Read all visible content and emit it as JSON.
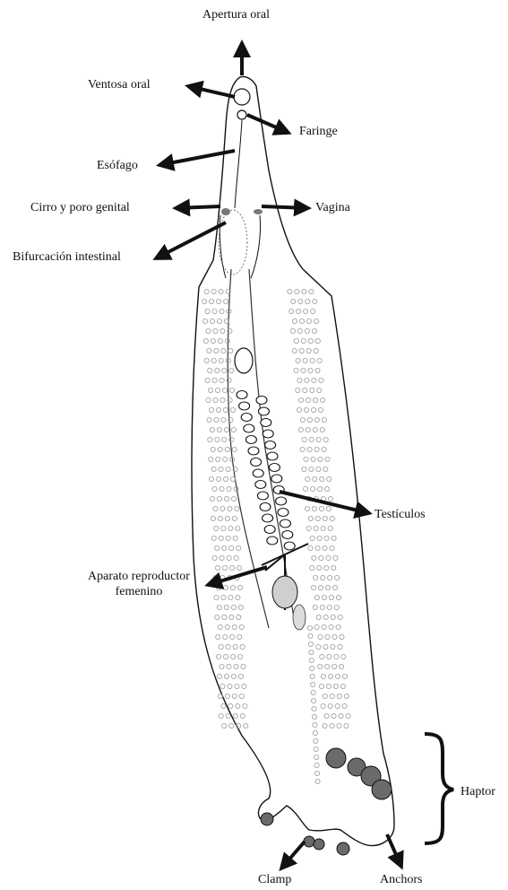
{
  "labels": {
    "apertura_oral": "Apertura oral",
    "ventosa_oral": "Ventosa oral",
    "faringe": "Faringe",
    "esofago": "Esófago",
    "cirro": "Cirro y poro genital",
    "vagina": "Vagina",
    "bifurcacion": "Bifurcación intestinal",
    "testiculos": "Testículos",
    "aparato_line1": "Aparato reproductor",
    "aparato_line2": "femenino",
    "haptor": "Haptor",
    "clamp": "Clamp",
    "anchors": "Anchors"
  },
  "colors": {
    "ink": "#111111",
    "body_fill": "#ffffff",
    "follicle": "#9a9a9a",
    "clamp_fill": "#6a6a6a"
  }
}
